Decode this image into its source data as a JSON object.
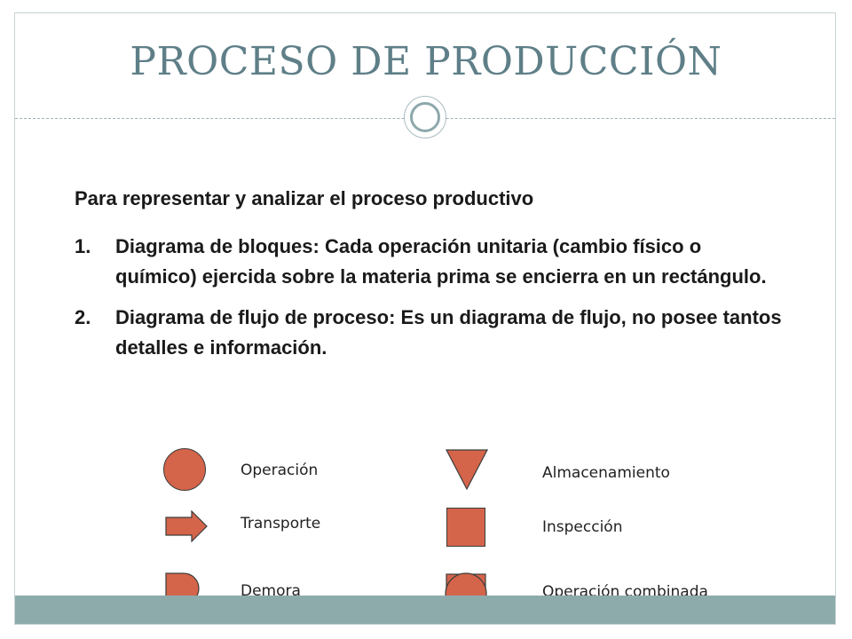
{
  "slide": {
    "title": "PROCESO DE PRODUCCIÓN",
    "intro": "Para representar y analizar el proceso productivo",
    "items": [
      {
        "number": "1.",
        "text": "Diagrama de bloques: Cada operación unitaria (cambio físico o químico) ejercida sobre la materia prima se encierra en un rectángulo."
      },
      {
        "number": "2.",
        "text": "Diagrama de flujo de proceso: Es un diagrama de flujo, no posee tantos detalles e información."
      }
    ]
  },
  "legend": {
    "operacion": "Operación",
    "transporte": "Transporte",
    "demora": "Demora",
    "almacenamiento": "Almacenamiento",
    "inspeccion": "Inspección",
    "operacion_combinada": "Operación combinada"
  },
  "colors": {
    "title": "#5f7f88",
    "shape_fill": "#d4644a",
    "shape_stroke": "#3d3d3d",
    "bottom_band": "#8eabac"
  }
}
